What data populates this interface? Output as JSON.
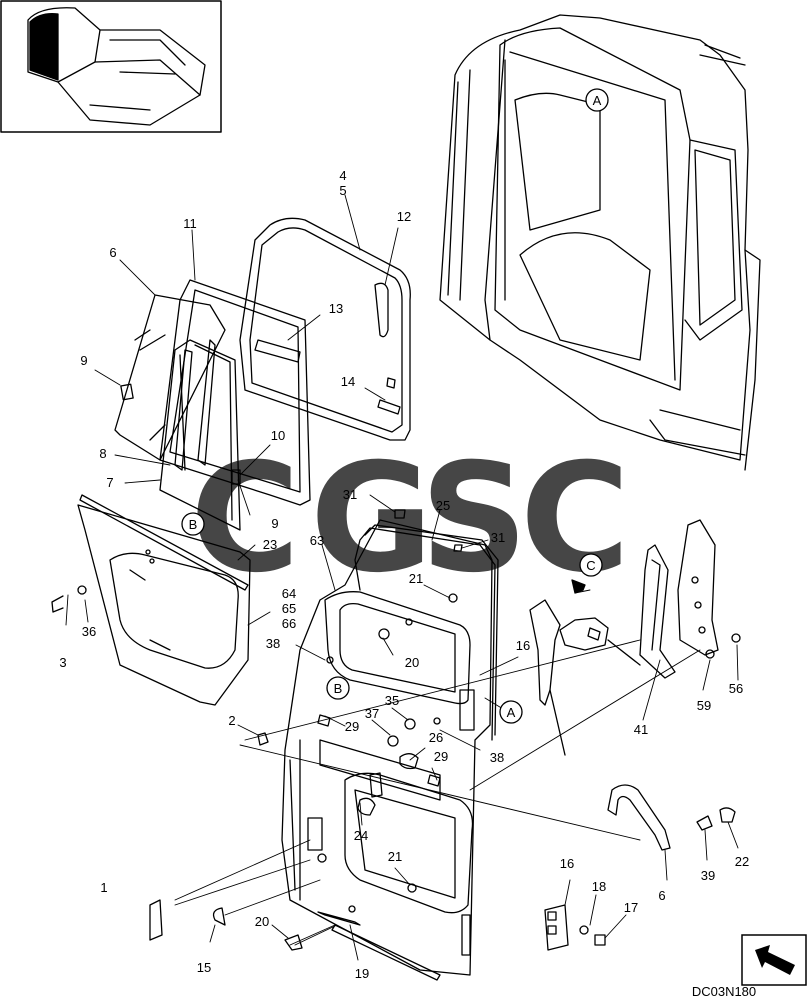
{
  "drawing_code": "DC03N180",
  "callouts": [
    {
      "id": "c1",
      "text": "1"
    },
    {
      "id": "c2",
      "text": "2"
    },
    {
      "id": "c3",
      "text": "3"
    },
    {
      "id": "c4",
      "text": "4"
    },
    {
      "id": "c5",
      "text": "5"
    },
    {
      "id": "c6a",
      "text": "6"
    },
    {
      "id": "c6b",
      "text": "6"
    },
    {
      "id": "c7",
      "text": "7"
    },
    {
      "id": "c8",
      "text": "8"
    },
    {
      "id": "c9a",
      "text": "9"
    },
    {
      "id": "c9b",
      "text": "9"
    },
    {
      "id": "c10",
      "text": "10"
    },
    {
      "id": "c11",
      "text": "11"
    },
    {
      "id": "c12",
      "text": "12"
    },
    {
      "id": "c13",
      "text": "13"
    },
    {
      "id": "c14",
      "text": "14"
    },
    {
      "id": "c15",
      "text": "15"
    },
    {
      "id": "c16a",
      "text": "16"
    },
    {
      "id": "c16b",
      "text": "16"
    },
    {
      "id": "c17",
      "text": "17"
    },
    {
      "id": "c18",
      "text": "18"
    },
    {
      "id": "c19",
      "text": "19"
    },
    {
      "id": "c20a",
      "text": "20"
    },
    {
      "id": "c20b",
      "text": "20"
    },
    {
      "id": "c21a",
      "text": "21"
    },
    {
      "id": "c21b",
      "text": "21"
    },
    {
      "id": "c22",
      "text": "22"
    },
    {
      "id": "c23",
      "text": "23"
    },
    {
      "id": "c24",
      "text": "24"
    },
    {
      "id": "c25",
      "text": "25"
    },
    {
      "id": "c26",
      "text": "26"
    },
    {
      "id": "c29a",
      "text": "29"
    },
    {
      "id": "c29b",
      "text": "29"
    },
    {
      "id": "c31a",
      "text": "31"
    },
    {
      "id": "c31b",
      "text": "31"
    },
    {
      "id": "c35",
      "text": "35"
    },
    {
      "id": "c36",
      "text": "36"
    },
    {
      "id": "c37",
      "text": "37"
    },
    {
      "id": "c38a",
      "text": "38"
    },
    {
      "id": "c38b",
      "text": "38"
    },
    {
      "id": "c39",
      "text": "39"
    },
    {
      "id": "c41",
      "text": "41"
    },
    {
      "id": "c56",
      "text": "56"
    },
    {
      "id": "c59",
      "text": "59"
    },
    {
      "id": "c63",
      "text": "63"
    },
    {
      "id": "c64",
      "text": "64"
    },
    {
      "id": "c65",
      "text": "65"
    },
    {
      "id": "c66",
      "text": "66"
    }
  ],
  "reference_marks": [
    {
      "id": "rA1",
      "text": "A"
    },
    {
      "id": "rA2",
      "text": "A"
    },
    {
      "id": "rB1",
      "text": "B"
    },
    {
      "id": "rB2",
      "text": "B"
    },
    {
      "id": "rC",
      "text": "C"
    }
  ],
  "watermark": {
    "letters": [
      "C",
      "G",
      "S",
      "C"
    ],
    "colors": [
      "#4f8ff7",
      "#f2777a",
      "#f7d45c",
      "#5fbf8f"
    ]
  },
  "colors": {
    "line": "#000000",
    "background": "#ffffff"
  }
}
